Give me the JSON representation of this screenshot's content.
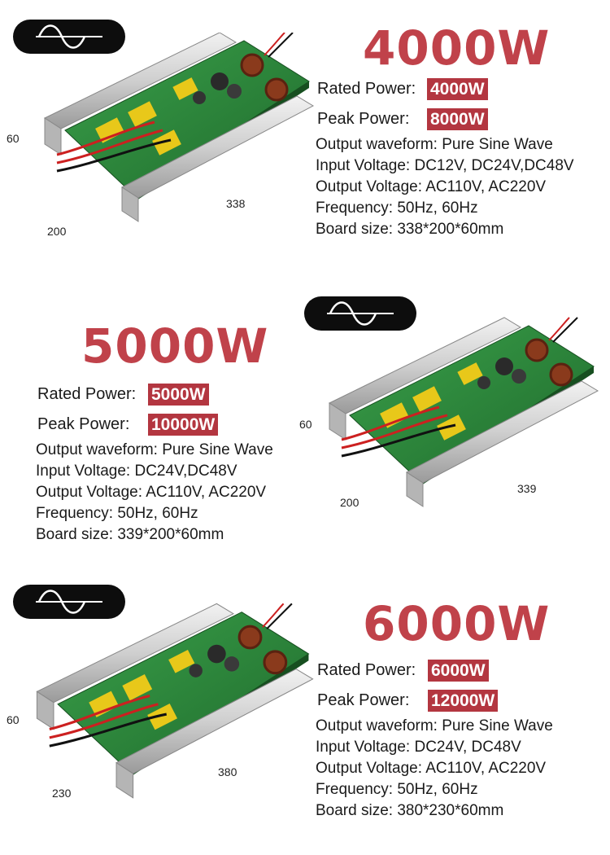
{
  "sections": [
    {
      "title": "4000W",
      "rated_label": "Rated Power:",
      "rated_value": "4000W",
      "peak_label": "Peak Power:",
      "peak_value": "8000W",
      "specs": [
        "Output waveform: Pure Sine Wave",
        "Input Voltage: DC12V, DC24V,DC48V",
        "Output Voltage: AC110V, AC220V",
        "Frequency: 50Hz, 60Hz",
        "Board size: 338*200*60mm"
      ],
      "dims": {
        "height": "60",
        "length": "338",
        "width": "200"
      }
    },
    {
      "title": "5000W",
      "rated_label": "Rated Power:",
      "rated_value": "5000W",
      "peak_label": "Peak Power:",
      "peak_value": "10000W",
      "specs": [
        "Output waveform: Pure Sine Wave",
        "Input Voltage:  DC24V,DC48V",
        "Output Voltage: AC110V, AC220V",
        "Frequency: 50Hz, 60Hz",
        "Board size: 339*200*60mm"
      ],
      "dims": {
        "height": "60",
        "length": "339",
        "width": "200"
      }
    },
    {
      "title": "6000W",
      "rated_label": "Rated Power:",
      "rated_value": "6000W",
      "peak_label": "Peak Power:",
      "peak_value": "12000W",
      "specs": [
        "Output waveform: Pure Sine Wave",
        "Input Voltage: DC24V, DC48V",
        "Output Voltage: AC110V, AC220V",
        "Frequency: 50Hz, 60Hz",
        "Board size: 380*230*60mm"
      ],
      "dims": {
        "height": "60",
        "length": "380",
        "width": "230"
      }
    }
  ],
  "colors": {
    "accent": "#c0424a",
    "box": "#b33640",
    "pcb": "#2f8a3e",
    "heatsink": "#d8d8d8"
  },
  "icons": {
    "wave": "sine-wave-icon"
  }
}
